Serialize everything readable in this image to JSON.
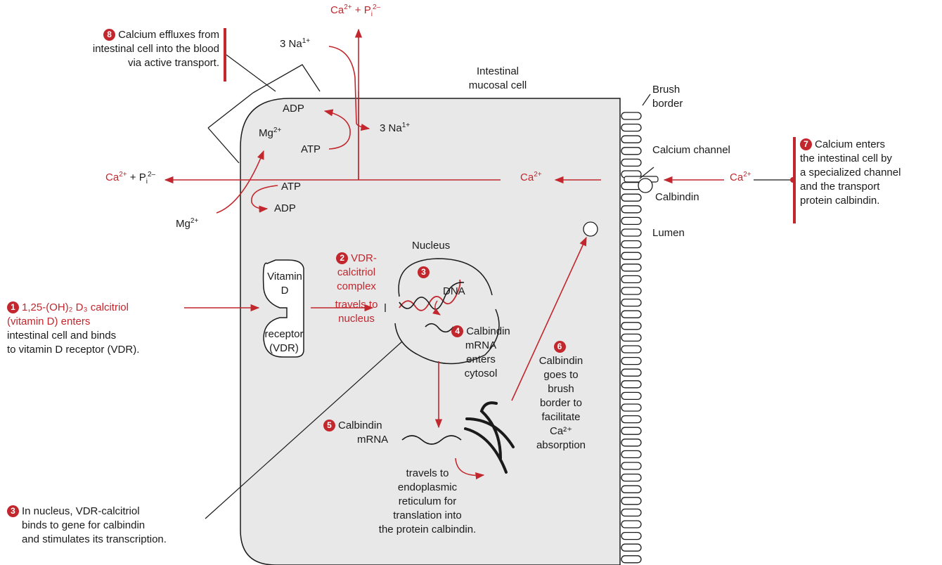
{
  "colors": {
    "accent": "#c1272d",
    "cell_fill": "#e8e8e8",
    "ink": "#1a1a1a"
  },
  "labels": {
    "cell": [
      "Intestinal",
      "mucosal cell"
    ],
    "brush_border": [
      "Brush",
      "border"
    ],
    "calcium_channel": "Calcium channel",
    "calbindin": "Calbindin",
    "lumen": "Lumen",
    "nucleus": "Nucleus",
    "dna": "DNA",
    "receptor_top": [
      "Vitamin",
      "D"
    ],
    "receptor_bottom": [
      "receptor",
      "(VDR)"
    ]
  },
  "ions": {
    "ca": "Ca",
    "ca_charge": "2+",
    "pi": "P",
    "pi_sub": "i",
    "pi_charge": "2–",
    "plus": "+",
    "na3": "3 Na",
    "na_charge": "1+",
    "mg": "Mg",
    "mg_charge": "2+",
    "atp": "ATP",
    "adp": "ADP"
  },
  "steps": [
    {
      "num": "1",
      "lines": [
        "1,25-(OH)₂ D₃ calcitriol",
        "(vitamin D) enters",
        "intestinal cell and binds",
        "to vitamin D receptor (VDR)."
      ]
    },
    {
      "num": "2",
      "lines": [
        "VDR-",
        "calcitriol",
        "complex",
        "travels to",
        "nucleus"
      ]
    },
    {
      "num": "3",
      "lines": [
        "In nucleus, VDR-calcitriol",
        "binds to gene for calbindin",
        "and stimulates its transcription."
      ]
    },
    {
      "num": "4",
      "lines": [
        "Calbindin",
        "mRNA",
        "enters",
        "cytosol"
      ]
    },
    {
      "num": "5",
      "lines": [
        "Calbindin",
        "mRNA"
      ]
    },
    {
      "num": "6",
      "lines": [
        "Calbindin",
        "goes to",
        "brush",
        "border to",
        "facilitate",
        "Ca²⁺",
        "absorption"
      ]
    },
    {
      "num": "7",
      "lines": [
        "Calcium enters",
        "the intestinal cell by",
        "a specialized channel",
        "and the transport",
        "protein calbindin."
      ]
    },
    {
      "num": "8",
      "lines": [
        "Calcium effluxes from",
        "intestinal cell into the blood",
        "via active transport."
      ]
    }
  ],
  "er_caption": [
    "travels to",
    "endoplasmic",
    "reticulum for",
    "translation into",
    "the protein calbindin."
  ]
}
